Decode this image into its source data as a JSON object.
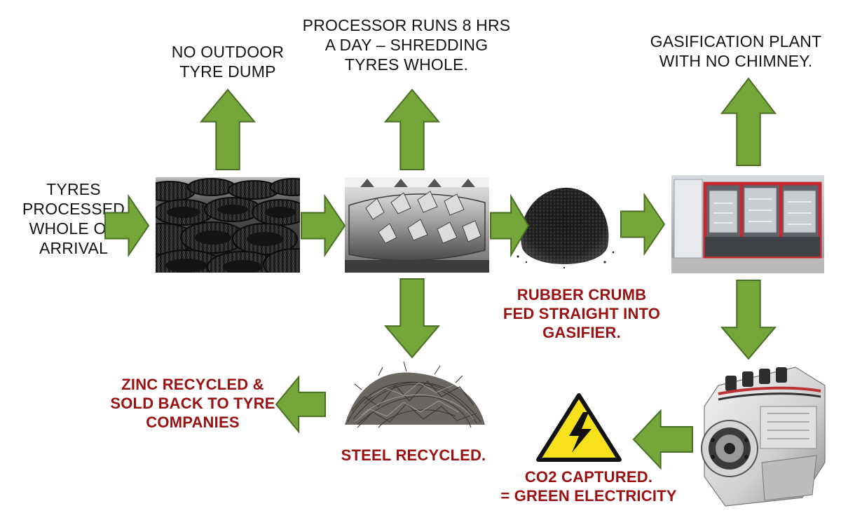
{
  "colors": {
    "arrow_fill": "#76a53a",
    "arrow_stroke": "#4a6f24",
    "highlight_text": "#9b1111",
    "text": "#141414",
    "warning_yellow": "#f7e11a"
  },
  "labels": {
    "input": [
      "TYRES",
      "PROCESSED",
      "WHOLE ON",
      "ARRIVAL"
    ],
    "no_dump": [
      "NO OUTDOOR",
      "TYRE DUMP"
    ],
    "processor": [
      "PROCESSOR RUNS 8 HRS",
      "A DAY – SHREDDING",
      "TYRES WHOLE."
    ],
    "gasification": [
      "GASIFICATION PLANT",
      "WITH NO CHIMNEY."
    ],
    "rubber_crumb": [
      "RUBBER CRUMB",
      "FED STRAIGHT INTO",
      "GASIFIER."
    ],
    "zinc": [
      "ZINC RECYCLED &",
      "SOLD BACK TO TYRE",
      "COMPANIES"
    ],
    "steel": [
      "STEEL RECYCLED."
    ],
    "co2": [
      "CO2 CAPTURED.",
      "= GREEN ELECTRICITY"
    ]
  },
  "images": {
    "tyres": "tyre-stack-photo",
    "shredder": "shredder-photo",
    "crumb": "rubber-crumb-photo",
    "gasifier": "gasification-plant-photo",
    "steel": "steel-wire-photo",
    "engine": "engine-generator-photo",
    "warning": "high-voltage-warning-icon"
  }
}
